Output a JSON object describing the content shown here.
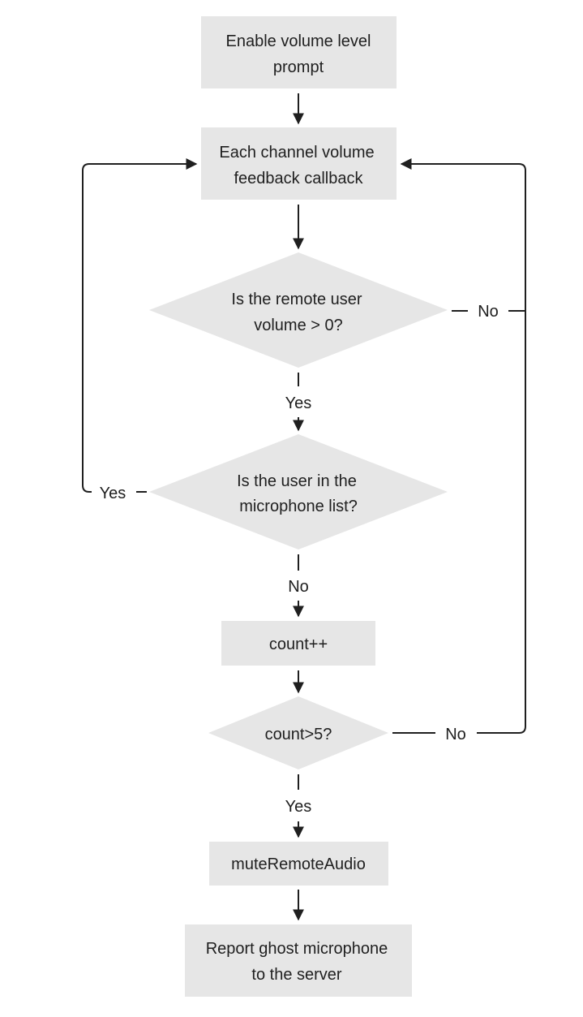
{
  "nodes": {
    "enable_prompt": {
      "line1": "Enable volume level",
      "line2": "prompt"
    },
    "feedback_callback": {
      "line1": "Each channel volume",
      "line2": "feedback callback"
    },
    "volume_check": {
      "line1": "Is the remote user",
      "line2": "volume > 0?"
    },
    "mic_list_check": {
      "line1": "Is the user in the",
      "line2": "microphone list?"
    },
    "count_increment": {
      "label": "count++"
    },
    "count_check": {
      "label": "count>5?"
    },
    "mute_remote_audio": {
      "label": "muteRemoteAudio"
    },
    "report_ghost": {
      "line1": "Report ghost microphone",
      "line2": "to the server"
    }
  },
  "edges": {
    "volume_yes": "Yes",
    "volume_no": "No",
    "mic_yes": "Yes",
    "mic_no": "No",
    "count_yes": "Yes",
    "count_no": "No"
  },
  "colors": {
    "node_fill": "#e6e6e6",
    "line": "#1f1f1f",
    "text": "#1f1f1f"
  }
}
